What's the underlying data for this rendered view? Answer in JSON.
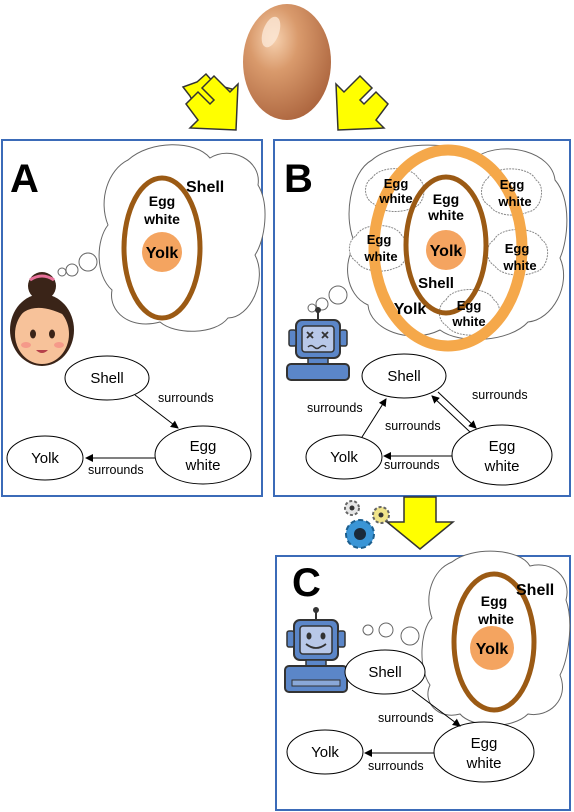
{
  "panels": {
    "a": {
      "letter": "A",
      "thought": {
        "shell": "Shell",
        "white_l1": "Egg",
        "white_l2": "white",
        "yolk": "Yolk"
      },
      "graph": {
        "shell": "Shell",
        "egg_white_l1": "Egg",
        "egg_white_l2": "white",
        "yolk": "Yolk",
        "edge_shell_white": "surrounds",
        "edge_white_yolk": "surrounds"
      }
    },
    "b": {
      "letter": "B",
      "thought": {
        "white_l1": "Egg",
        "white_l2": "white",
        "yolk": "Yolk",
        "shell": "Shell",
        "yolk_outer": "Yolk"
      },
      "graph": {
        "shell": "Shell",
        "egg_white_l1": "Egg",
        "egg_white_l2": "white",
        "yolk": "Yolk",
        "edge_yolk_shell": "surrounds",
        "edge_white_shell": "surrounds",
        "edge_white_yolk": "surrounds"
      }
    },
    "c": {
      "letter": "C",
      "thought": {
        "shell": "Shell",
        "white_l1": "Egg",
        "white_l2": "white",
        "yolk": "Yolk"
      },
      "graph": {
        "shell": "Shell",
        "egg_white_l1": "Egg",
        "egg_white_l2": "white",
        "yolk": "Yolk",
        "edge_shell_white": "surrounds",
        "edge_white_yolk": "surrounds"
      }
    }
  },
  "colors": {
    "panel_border": "#3b6bb8",
    "arrow_yellow": "#ffff00",
    "yolk_orange": "#f4a460",
    "ring_brown": "#9b5a14",
    "outer_ring_orange": "#f5a84a",
    "robot_blue": "#5b86c8"
  },
  "icons": [
    "egg-icon",
    "girl-face-icon",
    "robot-confused-icon",
    "robot-happy-icon",
    "gears-icon"
  ]
}
